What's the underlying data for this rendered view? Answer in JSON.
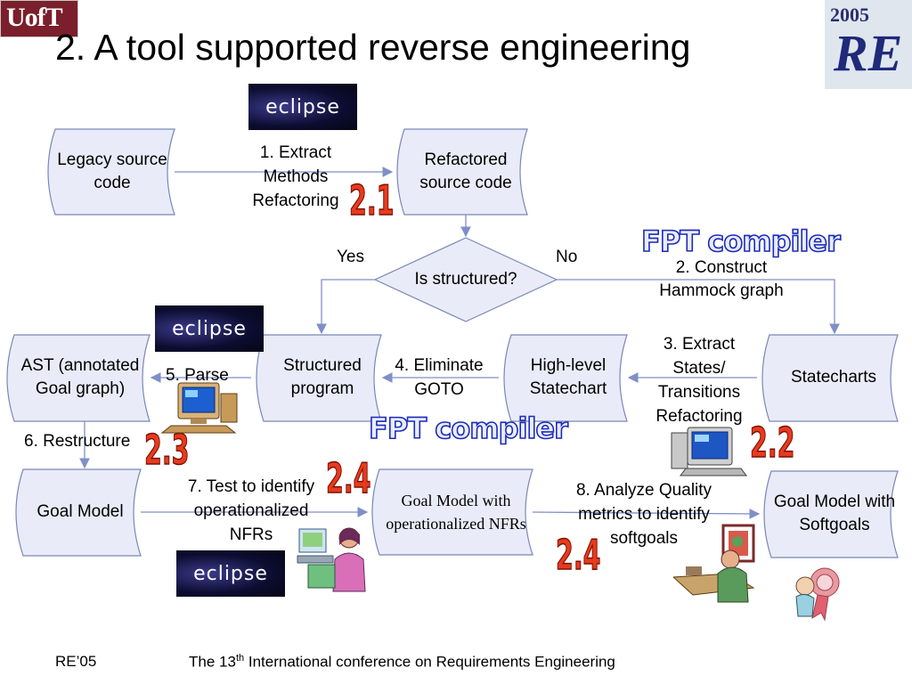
{
  "slide": {
    "title": "2. A tool supported reverse engineering",
    "logo_left": "UofT",
    "logo_right_year": "2005",
    "logo_right_text": "RE"
  },
  "colors": {
    "node_fill": "#e9ecf8",
    "node_stroke": "#7a87b8",
    "arrow": "#7f8fc8",
    "stamp_red": "#e83a1e",
    "fpt_blue": "#1b2bb8"
  },
  "logos": {
    "eclipse": "eclipse"
  },
  "nodes": {
    "legacy": "Legacy source code",
    "refactored": "Refactored source code",
    "decision": "Is structured?",
    "ast": "AST (annotated Goal graph)",
    "structured": "Structured program",
    "highlevel": "High-level Statechart",
    "statecharts": "Statecharts",
    "goalmodel": "Goal Model",
    "goal_nfr": "Goal Model with operationalized NFRs",
    "goal_softgoals": "Goal Model with Softgoals"
  },
  "edge_labels": {
    "extract_methods": "1. Extract Methods Refactoring",
    "yes": "Yes",
    "no": "No",
    "hammock": "2. Construct Hammock graph",
    "extract_states": "3. Extract States/ Transitions Refactoring",
    "eliminate_goto": "4. Eliminate GOTO",
    "parse": "5. Parse",
    "restructure": "6. Restructure",
    "test_nfr": "7. Test to identify operationalized NFRs",
    "analyze_quality": "8. Analyze Quality metrics to identify softgoals"
  },
  "stamps": {
    "s21": "2.1",
    "s22": "2.2",
    "s23": "2.3",
    "s24a": "2.4",
    "s24b": "2.4"
  },
  "fpt": {
    "top": "FPT compiler",
    "mid": "FPT compiler"
  },
  "footer": {
    "left": "RE’05",
    "center_pre": "The 13",
    "center_sup": "th",
    "center_post": " International conference on Requirements Engineering"
  }
}
